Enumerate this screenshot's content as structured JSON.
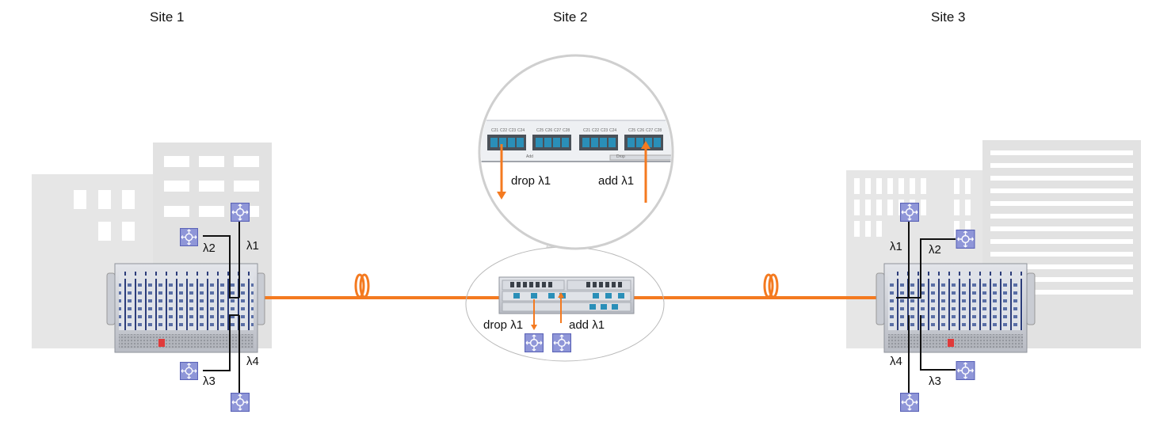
{
  "sites": [
    {
      "title": "Site 1"
    },
    {
      "title": "Site 2"
    },
    {
      "title": "Site 3"
    }
  ],
  "site1": {
    "labels": [
      "λ2",
      "λ1",
      "λ3",
      "λ4"
    ]
  },
  "site3": {
    "labels": [
      "λ1",
      "λ2",
      "λ4",
      "λ3"
    ]
  },
  "site2": {
    "drop_label": "drop λ1",
    "add_label": "add λ1",
    "zoom_drop_label": "drop λ1",
    "zoom_add_label": "add λ1",
    "port_labels": [
      "C21",
      "C22",
      "C23",
      "C24",
      "C25",
      "C26",
      "C27",
      "C28",
      "C21",
      "C22",
      "C23",
      "C24",
      "C25",
      "C26",
      "C27",
      "C28"
    ],
    "group_labels": [
      "Add",
      "Drop"
    ]
  },
  "colors": {
    "fiber": "#f47a20",
    "building": "#e4e4e4",
    "window": "#ffffff",
    "chassis": "#c9ccd3",
    "router": "#8f96d8",
    "port": "#2a8fb8"
  },
  "icons": [
    "router-icon",
    "fiber-coil-icon",
    "building-icon",
    "chassis-icon"
  ]
}
